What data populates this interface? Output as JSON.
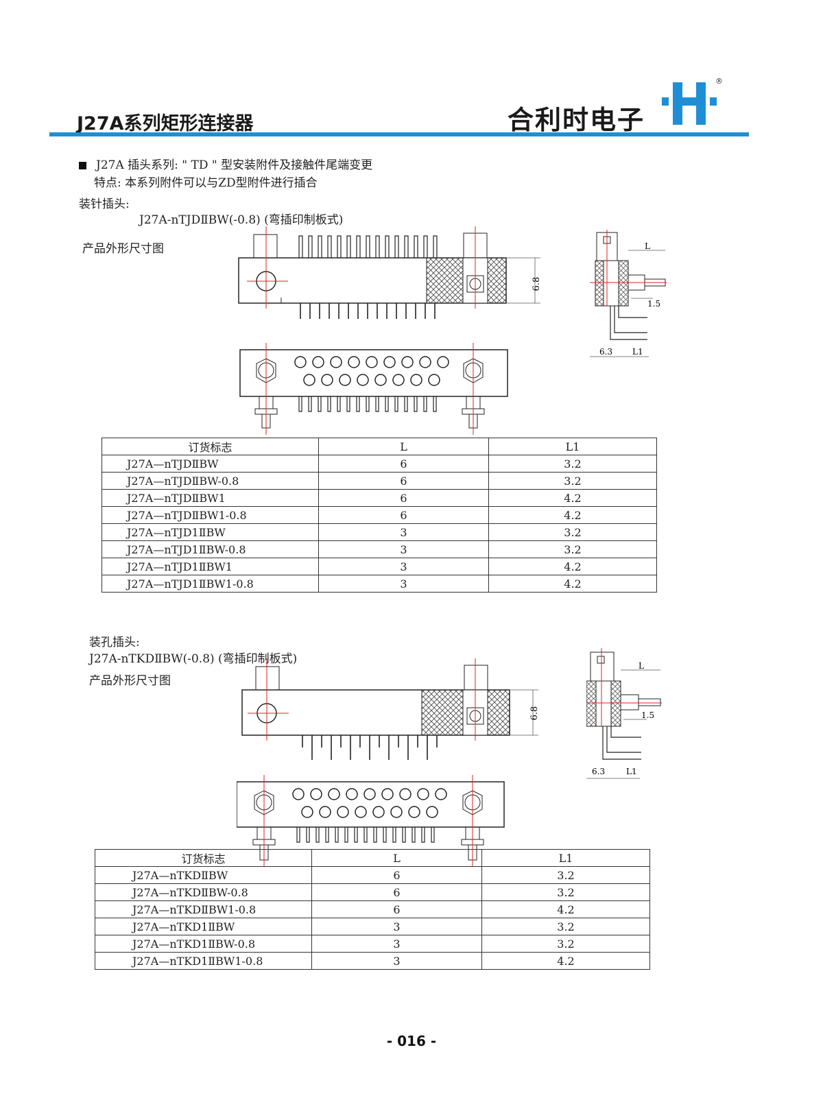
{
  "header": {
    "title": "J27A系列矩形连接器",
    "brand": "合利时电子",
    "registered": "®",
    "accent_color": "#1e8fd6"
  },
  "section1": {
    "heading": "J27A 插头系列: \" TD \" 型安装附件及接触件尾端变更",
    "feature": "特点: 本系列附件可以与ZD型附件进行插合",
    "subhead": "装针插头:",
    "model": "J27A-nTJDⅡBW(-0.8) (弯插印制板式)",
    "drawing_label": "产品外形尺寸图",
    "dims": {
      "height": "6.8",
      "L": "L",
      "gap": "1.5",
      "width": "6.3",
      "L1": "L1"
    },
    "table": {
      "headers": [
        "订货标志",
        "L",
        "L1"
      ],
      "rows": [
        [
          "J27A—nTJDⅡBW",
          "6",
          "3.2"
        ],
        [
          "J27A—nTJDⅡBW-0.8",
          "6",
          "3.2"
        ],
        [
          "J27A—nTJDⅡBW1",
          "6",
          "4.2"
        ],
        [
          "J27A—nTJDⅡBW1-0.8",
          "6",
          "4.2"
        ],
        [
          "J27A—nTJD1ⅡBW",
          "3",
          "3.2"
        ],
        [
          "J27A—nTJD1ⅡBW-0.8",
          "3",
          "3.2"
        ],
        [
          "J27A—nTJD1ⅡBW1",
          "3",
          "4.2"
        ],
        [
          "J27A—nTJD1ⅡBW1-0.8",
          "3",
          "4.2"
        ]
      ]
    }
  },
  "section2": {
    "subhead": "装孔插头:",
    "model": "J27A-nTKDⅡBW(-0.8) (弯插印制板式)",
    "drawing_label": "产品外形尺寸图",
    "dims": {
      "height": "6.8",
      "L": "L",
      "gap": "1.5",
      "width": "6.3",
      "L1": "L1"
    },
    "table": {
      "headers": [
        "订货标志",
        "L",
        "L1"
      ],
      "rows": [
        [
          "J27A—nTKDⅡBW",
          "6",
          "3.2"
        ],
        [
          "J27A—nTKDⅡBW-0.8",
          "6",
          "3.2"
        ],
        [
          "J27A—nTKDⅡBW1-0.8",
          "6",
          "4.2"
        ],
        [
          "J27A—nTKD1ⅡBW",
          "3",
          "3.2"
        ],
        [
          "J27A—nTKD1ⅡBW-0.8",
          "3",
          "3.2"
        ],
        [
          "J27A—nTKD1ⅡBW1-0.8",
          "3",
          "4.2"
        ]
      ]
    }
  },
  "footer": {
    "page_number": "- 016 -"
  }
}
